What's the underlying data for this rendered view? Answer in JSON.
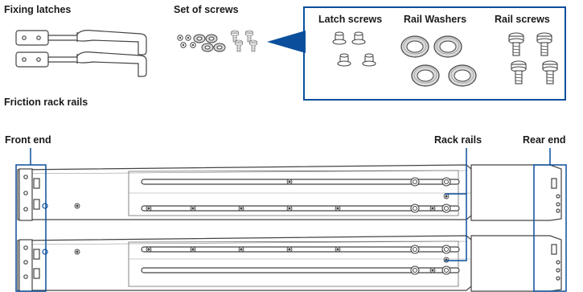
{
  "labels": {
    "fixing_latches": "Fixing latches",
    "set_of_screws": "Set of screws",
    "latch_screws": "Latch screws",
    "rail_washers": "Rail Washers",
    "rail_screws": "Rail screws",
    "friction_rack_rails": "Friction rack rails",
    "front_end": "Front end",
    "rack_rails": "Rack rails",
    "rear_end": "Rear end"
  },
  "colors": {
    "callout_blue": "#0b4f9c",
    "line_art": "#444444",
    "washer_fill": "#d9d9d9"
  }
}
